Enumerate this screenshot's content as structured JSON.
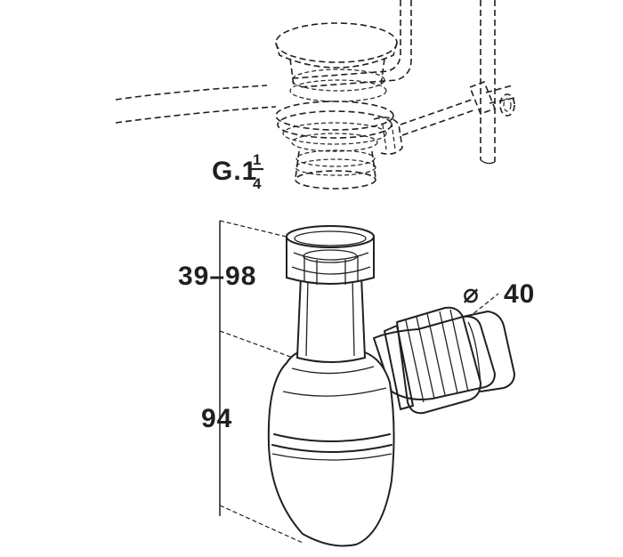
{
  "diagram": {
    "thread_label_prefix": "G.1",
    "thread_label_numerator": "1",
    "thread_label_denominator": "4",
    "height_range_label": "39–98",
    "height_label": "94",
    "diameter_symbol": "⌀",
    "diameter_label": "40"
  },
  "colors": {
    "ink": "#231f20",
    "background": "#ffffff"
  }
}
